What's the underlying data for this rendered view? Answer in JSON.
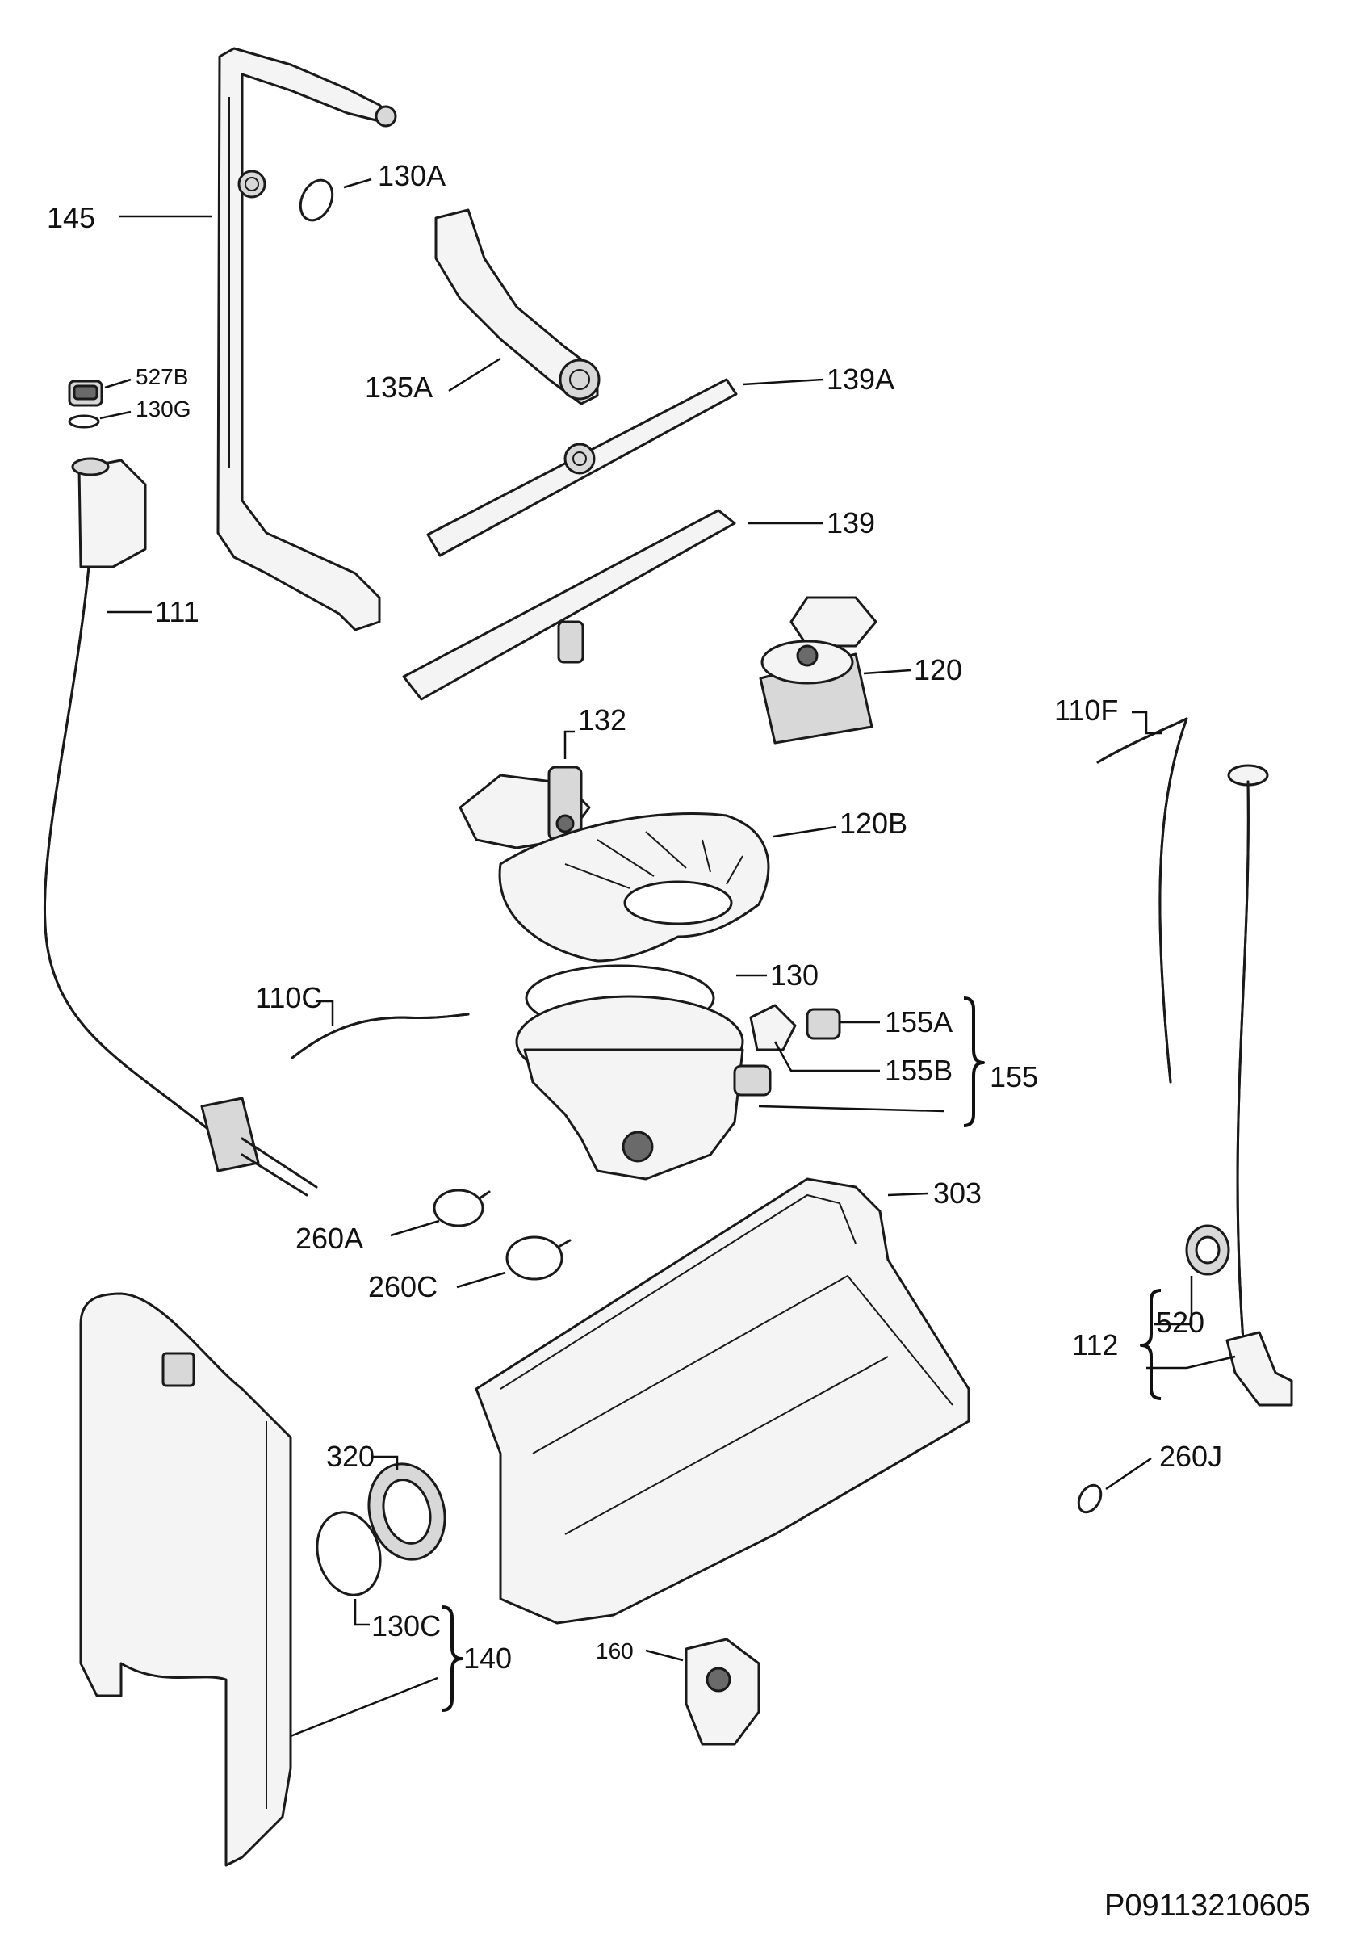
{
  "labels": {
    "p145": "145",
    "p130A": "130A",
    "p527B": "527B",
    "p130G": "130G",
    "p135A": "135A",
    "p139A": "139A",
    "p139": "139",
    "p111": "111",
    "p120": "120",
    "p132": "132",
    "p110F": "110F",
    "p120B": "120B",
    "p110C": "110C",
    "p130": "130",
    "p155A": "155A",
    "p155B": "155B",
    "p155": "155",
    "p303": "303",
    "p260A": "260A",
    "p260C": "260C",
    "p112": "112",
    "p520": "520",
    "p320": "320",
    "p260J": "260J",
    "p130C": "130C",
    "p140": "140",
    "p160": "160"
  },
  "drawing_code": "P09113210605"
}
